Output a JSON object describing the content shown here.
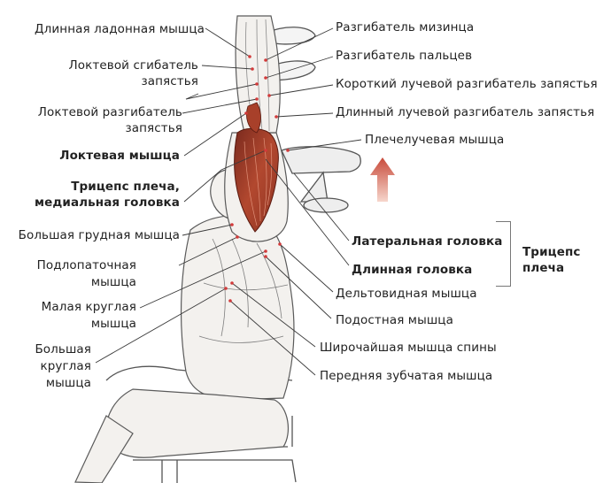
{
  "left_labels": [
    {
      "text": "Длинная ладонная мышца"
    },
    {
      "line1": "Локтевой сгибатель",
      "line2": "запястья"
    },
    {
      "line1": "Локтевой разгибатель",
      "line2": "запястья"
    },
    {
      "text": "Локтевая мышца"
    },
    {
      "line1": "Трицепс плеча,",
      "line2": "медиальная головка"
    },
    {
      "text": "Большая грудная мышца"
    },
    {
      "line1": "Подлопаточная",
      "line2": "мышца"
    },
    {
      "line1": "Малая круглая",
      "line2": "мышца"
    },
    {
      "line1": "Большая",
      "line2": "круглая",
      "line3": "мышца"
    }
  ],
  "right_labels": [
    {
      "text": "Разгибатель мизинца"
    },
    {
      "text": "Разгибатель пальцев"
    },
    {
      "text": "Короткий лучевой разгибатель запястья"
    },
    {
      "text": "Длинный лучевой разгибатель запястья"
    },
    {
      "text": "Плечелучевая мышца"
    },
    {
      "text": "Латеральная головка"
    },
    {
      "text": "Длинная головка"
    },
    {
      "text": "Дельтовидная мышца"
    },
    {
      "text": "Подостная мышца"
    },
    {
      "text": "Широчайшая мышца спины"
    },
    {
      "text": "Передняя зубчатая мышца"
    }
  ],
  "group_label": {
    "line1": "Трицепс",
    "line2": "плеча"
  },
  "colors": {
    "muscle_red": "#b2482f",
    "leader_line": "#3a3a3a",
    "arrow_top": "#c84a3a",
    "arrow_bottom": "#f2c0b2",
    "marker_dot": "#d23a3a"
  }
}
